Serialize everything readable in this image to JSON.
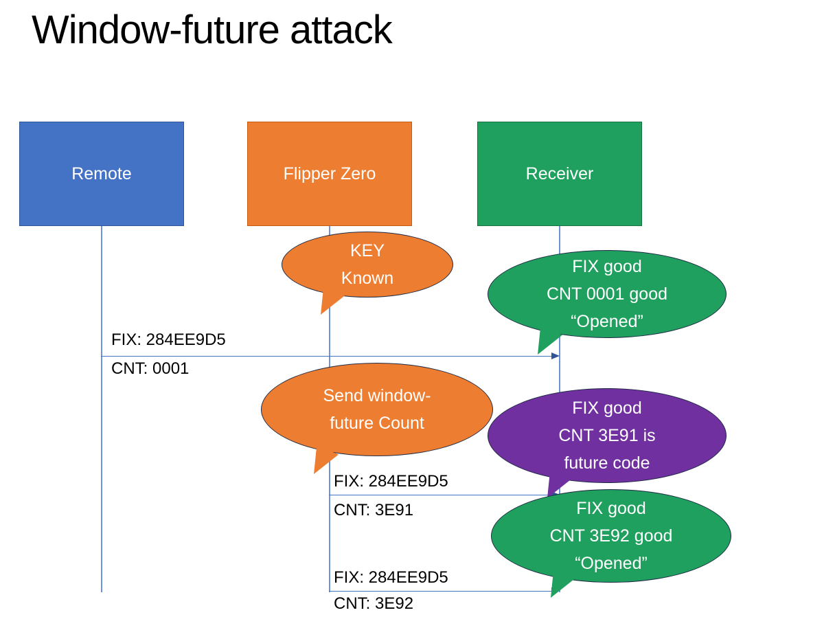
{
  "title": "Window-future attack",
  "colors": {
    "remote_blue": "#4472C4",
    "flipper_orange": "#ED7D31",
    "receiver_green": "#1FA05F",
    "future_purple": "#7030A0",
    "line_blue": "#4472C4",
    "arrowhead_blue": "#2F5597"
  },
  "actors": [
    {
      "label": "Remote"
    },
    {
      "label": "Flipper Zero"
    },
    {
      "label": "Receiver"
    }
  ],
  "bubbles": [
    {
      "color": "orange",
      "lines": [
        "KEY",
        "Known"
      ]
    },
    {
      "color": "green",
      "lines": [
        "FIX good",
        "CNT 0001 good",
        "“Opened”"
      ]
    },
    {
      "color": "orange",
      "lines": [
        "Send window-",
        "future Count"
      ]
    },
    {
      "color": "purple",
      "lines": [
        "FIX good",
        "CNT 3E91 is",
        "future code"
      ]
    },
    {
      "color": "green",
      "lines": [
        "FIX good",
        "CNT 3E92 good",
        "“Opened”"
      ]
    }
  ],
  "messages": [
    {
      "fix": "FIX: 284EE9D5",
      "cnt": "CNT: 0001"
    },
    {
      "fix": "FIX: 284EE9D5",
      "cnt": "CNT: 3E91"
    },
    {
      "fix": "FIX: 284EE9D5",
      "cnt": "CNT: 3E92"
    }
  ]
}
